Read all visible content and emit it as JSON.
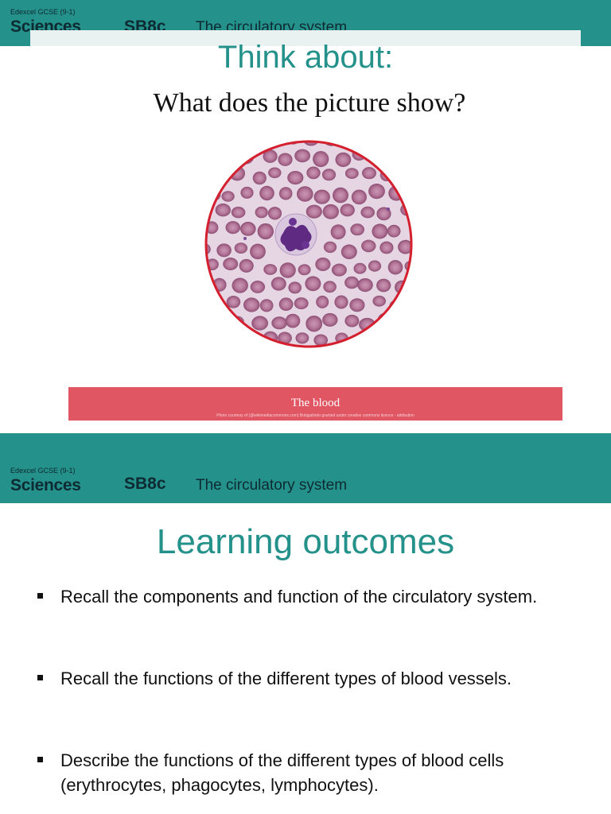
{
  "colors": {
    "teal": "#24918a",
    "red": "#e05663",
    "dark": "#0e2a33"
  },
  "slide1": {
    "header": {
      "brand_small": "Edexcel GCSE (9-1)",
      "brand": "Sciences",
      "code": "SB8c",
      "topic": "The circulatory system"
    },
    "title": "Think about:",
    "question": "What does the picture show?",
    "image": {
      "icon": "blood-cells-micrograph"
    },
    "caption": {
      "title": "The blood",
      "credit": "Photo courtesy of (@wikimediacommons.com) Bobjgalindo granted under creative commons licence - attribution"
    }
  },
  "slide2": {
    "header": {
      "brand_small": "Edexcel GCSE (9-1)",
      "brand": "Sciences",
      "code": "SB8c",
      "topic": "The circulatory system"
    },
    "title": "Learning outcomes",
    "outcomes": [
      "Recall the components and function of the circulatory system.",
      "Recall the functions of the different types of blood vessels.",
      "Describe the functions of the different types of blood cells (erythrocytes, phagocytes, lymphocytes)."
    ]
  }
}
